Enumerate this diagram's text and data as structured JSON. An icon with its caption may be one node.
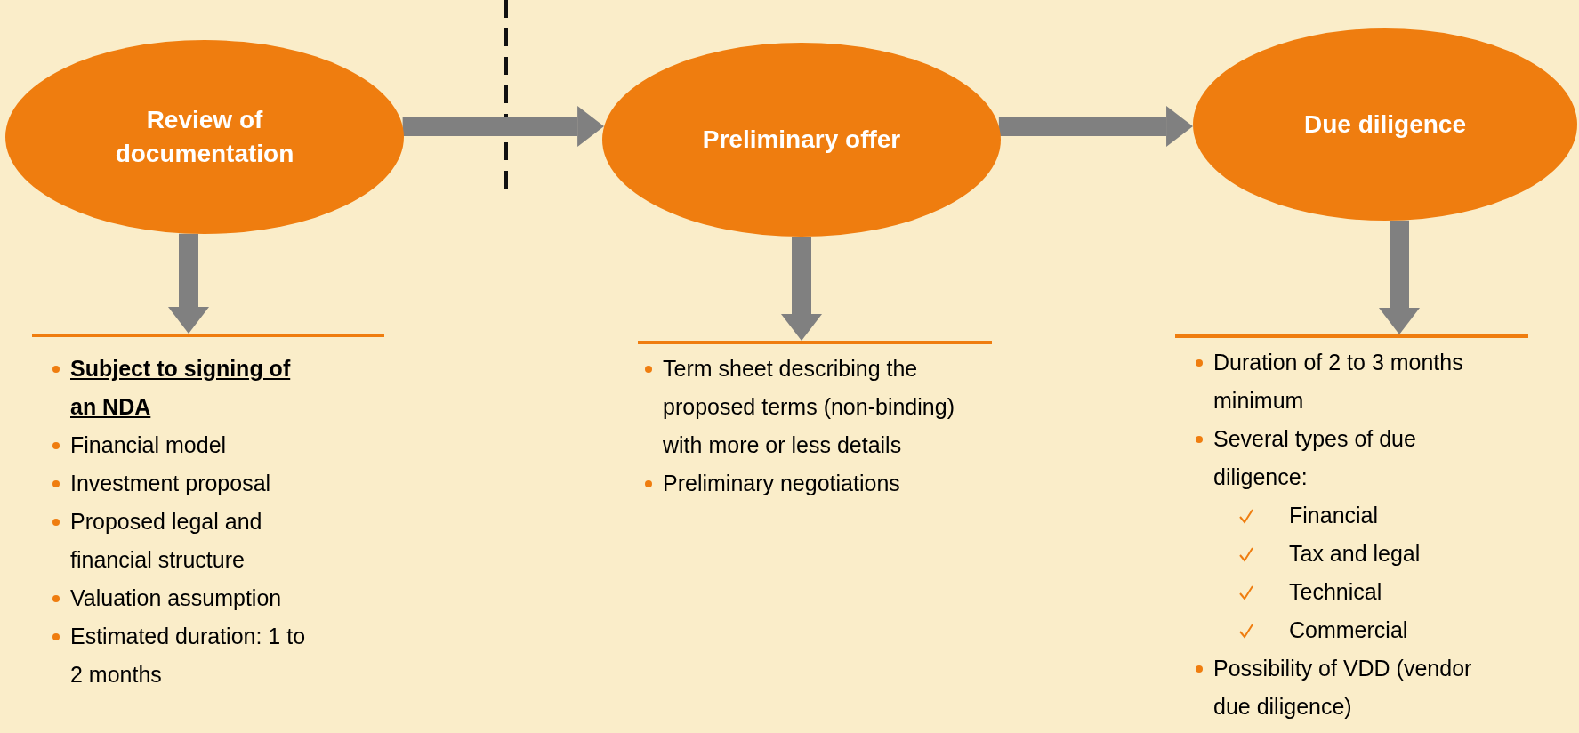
{
  "diagram": {
    "nodes": [
      {
        "text": [
          "Review of documentation"
        ]
      },
      {
        "text": [
          "Preliminary offer"
        ]
      },
      {
        "text": [
          "Due diligence"
        ]
      },
      {
        "text": [
          "Subject to signing of an NDA",
          "Financial model",
          "Investment proposal",
          "Proposed legal and financial structure",
          "Valuation assumption",
          "Estimated duration: 1 to 2 months"
        ]
      },
      {
        "text": [
          "Term sheet describing the proposed terms (non-binding) with more or less details",
          "Preliminary negotiations"
        ]
      },
      {
        "text": [
          "Duration of 2 to 3 months minimum",
          "Several types of due diligence:",
          "Financial",
          "Tax and legal",
          "Technical",
          "Commercial",
          "Possibility of VDD (vendor due diligence)"
        ]
      }
    ],
    "edges": [
      {
        "from": 0,
        "to": 1,
        "arrow": "to"
      },
      {
        "from": 1,
        "to": 2,
        "arrow": "to"
      },
      {
        "from": 0,
        "to": 3,
        "arrow": "to"
      },
      {
        "from": 1,
        "to": 4,
        "arrow": "to"
      },
      {
        "from": 2,
        "to": 5,
        "arrow": "to"
      }
    ]
  }
}
